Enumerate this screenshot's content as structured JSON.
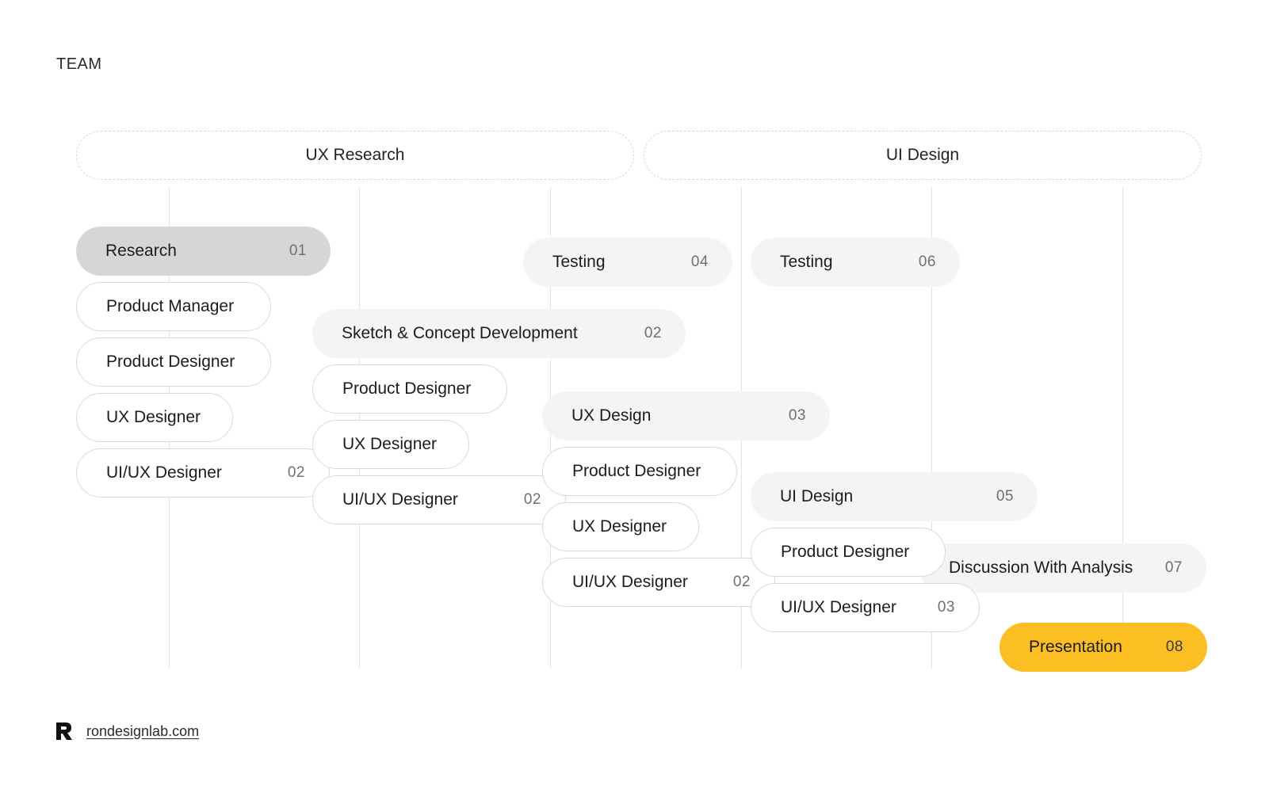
{
  "title": "TEAM",
  "phases": {
    "ux_research": "UX Research",
    "ui_design": "UI Design"
  },
  "tasks": {
    "research": {
      "label": "Research",
      "num": "01"
    },
    "sketch": {
      "label": "Sketch & Concept Development",
      "num": "02"
    },
    "ux_design": {
      "label": "UX Design",
      "num": "03"
    },
    "testing_a": {
      "label": "Testing",
      "num": "04"
    },
    "ui_design": {
      "label": "UI Design",
      "num": "05"
    },
    "testing_b": {
      "label": "Testing",
      "num": "06"
    },
    "discussion": {
      "label": "Discussion With Analysis",
      "num": "07"
    },
    "presentation": {
      "label": "Presentation",
      "num": "08"
    }
  },
  "roles": {
    "c1_product_manager": "Product Manager",
    "c1_product_designer": "Product Designer",
    "c1_ux_designer": "UX Designer",
    "c1_uiux_designer": {
      "label": "UI/UX Designer",
      "num": "02"
    },
    "c2_product_designer": "Product Designer",
    "c2_ux_designer": "UX Designer",
    "c2_uiux_designer": {
      "label": "UI/UX Designer",
      "num": "02"
    },
    "c3_product_designer": "Product Designer",
    "c3_ux_designer": "UX Designer",
    "c3_uiux_designer": {
      "label": "UI/UX Designer",
      "num": "02"
    },
    "c4_product_designer": "Product Designer",
    "c4_uiux_designer": {
      "label": "UI/UX Designer",
      "num": "03"
    }
  },
  "footer": {
    "link": "rondesignlab.com",
    "logo_icon": "r-logo-icon"
  },
  "colors": {
    "accent": "#fbbf24",
    "task_bg": "#f4f4f4",
    "task_dark_bg": "#d6d6d6",
    "border": "#d9d9d9"
  }
}
